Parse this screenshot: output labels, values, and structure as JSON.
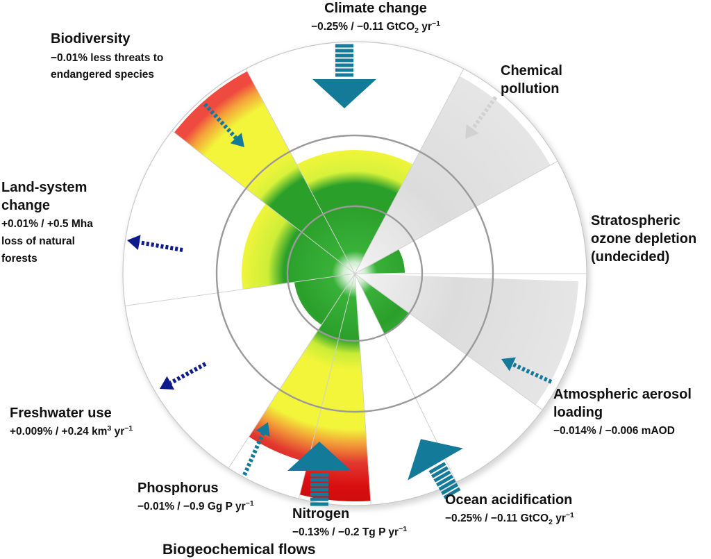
{
  "diagram": {
    "colors": {
      "safe_green": "#2aa02a",
      "uncertainty_yellow": "#f2f53a",
      "high_risk_red": "#e11919",
      "undefined_grey": "#d9d9d9",
      "arrow_teal": "#137a9a",
      "arrow_navy": "#0d1a8c",
      "ring_grey": "#9a9a9a"
    },
    "boundaries": {
      "climate": {
        "name": "Climate change",
        "value_main": "−0.25% / −0.11 GtCO",
        "value_sub": "2",
        "value_tail": " yr",
        "value_sup": "−1"
      },
      "biodiversity": {
        "lines": [
          "Biodiversity",
          "−0.01% less threats to",
          "endangered species"
        ]
      },
      "chemical": {
        "lines": [
          "Chemical",
          "pollution"
        ]
      },
      "ozone": {
        "lines": [
          "Stratospheric",
          "ozone depletion",
          "(undecided)"
        ]
      },
      "land": {
        "lines": [
          "Land-system",
          "change",
          "+0.01% / +0.5 Mha",
          "loss of natural",
          "forests"
        ]
      },
      "aerosol": {
        "lines": [
          "Atmospheric aerosol",
          "loading",
          "−0.014% / −0.006 mAOD"
        ]
      },
      "freshwater": {
        "name": "Freshwater use",
        "value_main": "+0.009% / +0.24 km",
        "value_sup": "3",
        "value_tail": " yr",
        "value_sup2": "−1"
      },
      "phosphorus": {
        "name": "Phosphorus",
        "value_main": "−0.01% / −0.9 Gg P yr",
        "value_sup": "−1"
      },
      "nitrogen": {
        "name": "Nitrogen",
        "value_main": "−0.13% / −0.2 Tg P yr",
        "value_sup": "−1"
      },
      "ocean": {
        "name": "Ocean acidification",
        "value_main": "−0.25% / −0.11 GtCO",
        "value_sub": "2",
        "value_tail": " yr",
        "value_sup": "−1"
      },
      "biogeochemical": {
        "name": "Biogeochemical flows"
      }
    }
  }
}
